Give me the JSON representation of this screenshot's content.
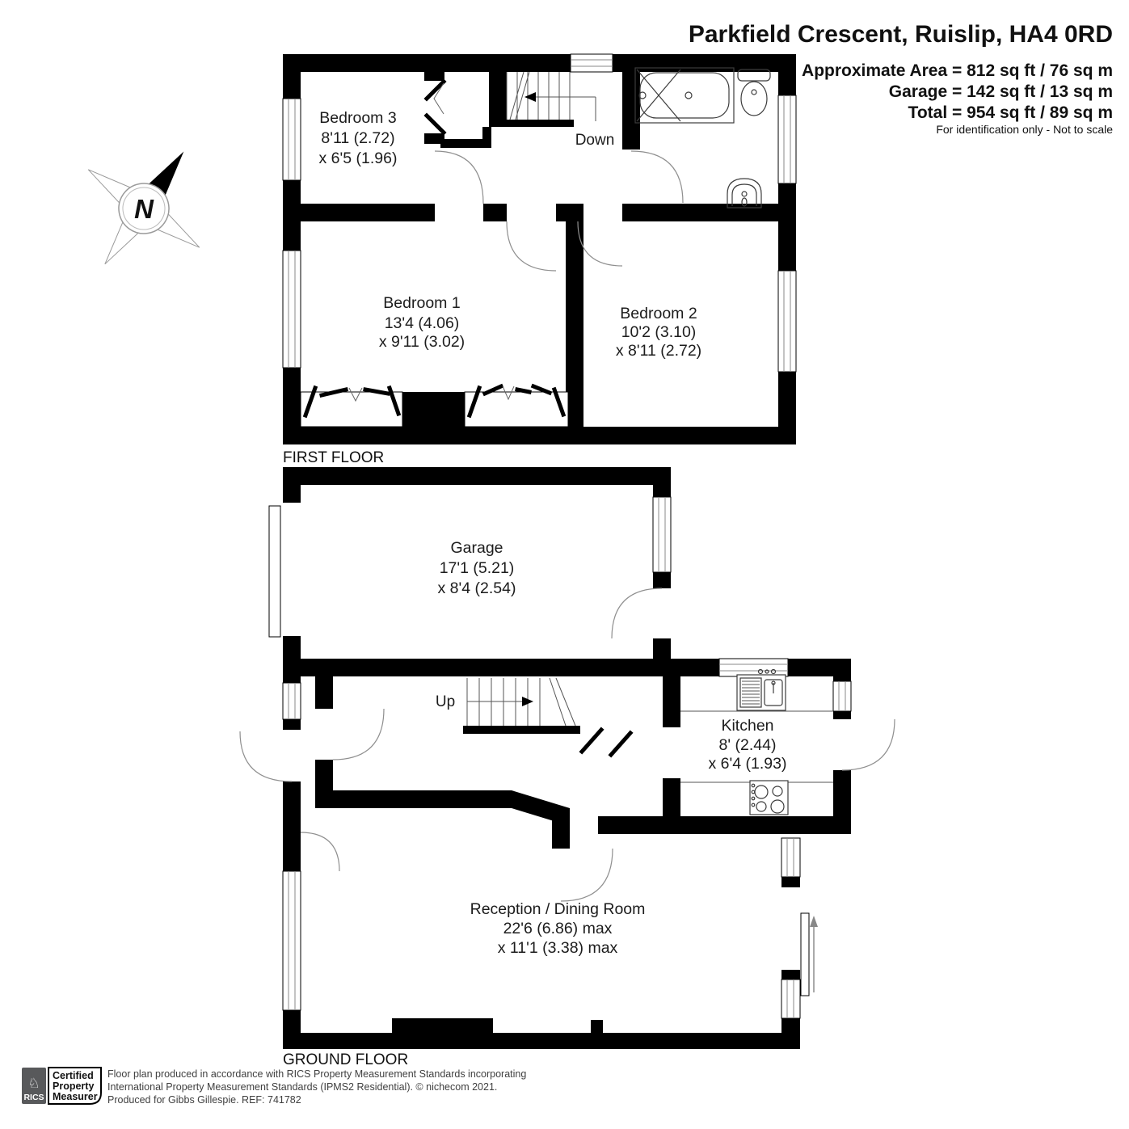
{
  "header": {
    "title": "Parkfield Crescent, Ruislip, HA4 0RD",
    "areas": [
      "Approximate Area = 812 sq ft / 76 sq m",
      "Garage = 142 sq ft / 13 sq m",
      "Total = 954 sq ft / 89 sq m"
    ],
    "note": "For identification only - Not to scale"
  },
  "compass": {
    "label": "N"
  },
  "floors": {
    "first": {
      "label": "FIRST FLOOR",
      "stair_label": "Down",
      "rooms": {
        "bedroom3": {
          "name": "Bedroom 3",
          "dim1": "8'11 (2.72)",
          "dim2": "x 6'5 (1.96)"
        },
        "bedroom1": {
          "name": "Bedroom 1",
          "dim1": "13'4 (4.06)",
          "dim2": "x 9'11 (3.02)"
        },
        "bedroom2": {
          "name": "Bedroom 2",
          "dim1": "10'2 (3.10)",
          "dim2": "x 8'11 (2.72)"
        }
      }
    },
    "ground": {
      "label": "GROUND FLOOR",
      "stair_label": "Up",
      "rooms": {
        "garage": {
          "name": "Garage",
          "dim1": "17'1 (5.21)",
          "dim2": "x 8'4 (2.54)"
        },
        "kitchen": {
          "name": "Kitchen",
          "dim1": "8' (2.44)",
          "dim2": "x 6'4 (1.93)"
        },
        "reception": {
          "name": "Reception / Dining Room",
          "dim1": "22'6 (6.86) max",
          "dim2": "x 11'1 (3.38) max"
        }
      }
    }
  },
  "footer": {
    "rics_label": "RICS",
    "badge": [
      "Certified",
      "Property",
      "Measurer"
    ],
    "lines": [
      "Floor plan produced in accordance with RICS Property Measurement Standards incorporating",
      "International Property Measurement Standards (IPMS2 Residential).   © nichecom 2021.",
      "Produced for Gibbs Gillespie.   REF: 741782"
    ]
  },
  "colors": {
    "wall": "#000000",
    "background": "#ffffff",
    "rics_gray": "#58595b",
    "disclaimer_text": "#3f3f3f"
  }
}
